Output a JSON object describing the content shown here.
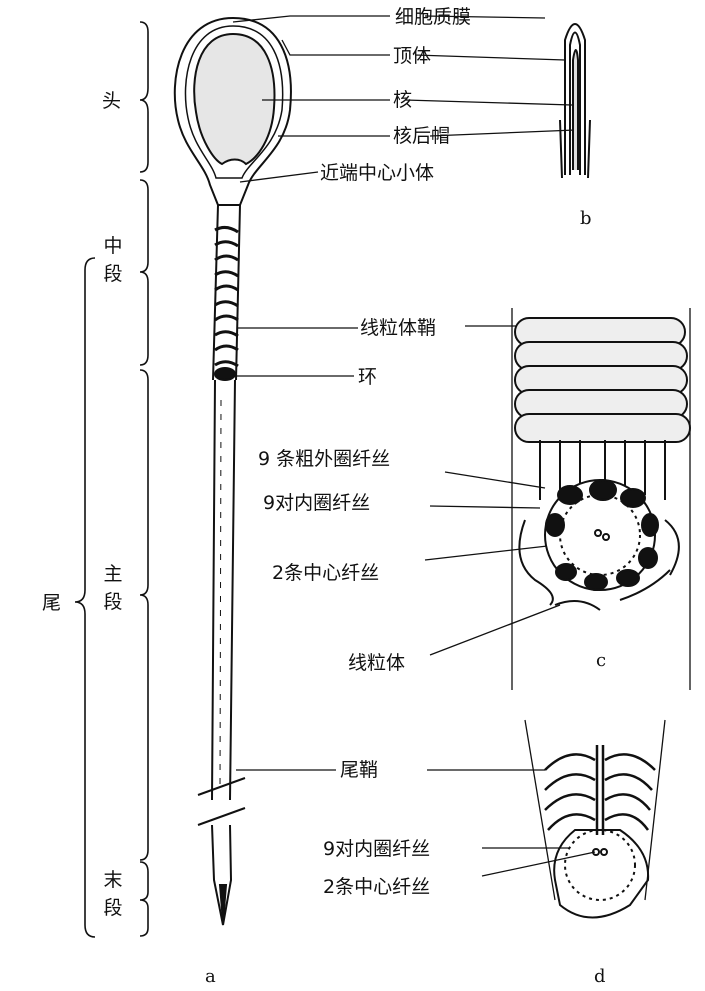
{
  "labels": {
    "cell_membrane": "细胞质膜",
    "acrosome": "顶体",
    "nucleus": "核",
    "postnuclear_cap": "核后帽",
    "proximal_centriole": "近端中心小体",
    "mitochondrial_sheath": "线粒体鞘",
    "annulus": "环",
    "outer_dense_fibers": "9 条粗外圈纤丝",
    "inner_pairs_c": "9对内圈纤丝",
    "central_fibers_c": "2条中心纤丝",
    "mitochondrion": "线粒体",
    "tail_sheath": "尾鞘",
    "inner_pairs_d": "9对内圈纤丝",
    "central_fibers_d": "2条中心纤丝"
  },
  "regions": {
    "head": "头",
    "middle_piece": "中段",
    "tail": "尾",
    "principal_piece": "主段",
    "end_piece": "末段"
  },
  "figures": {
    "a": "a",
    "b": "b",
    "c": "c",
    "d": "d"
  }
}
